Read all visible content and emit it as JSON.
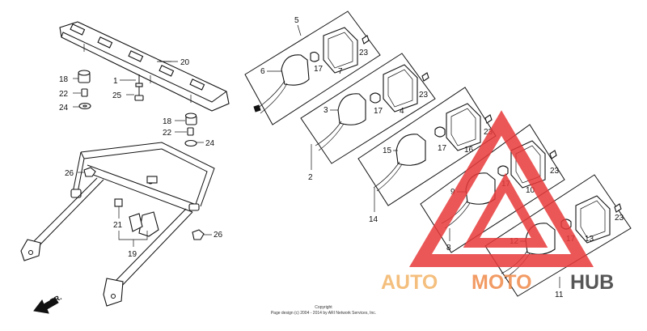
{
  "callouts": {
    "c1": "1",
    "c2": "2",
    "c3": "3",
    "c4": "4",
    "c5": "5",
    "c6": "6",
    "c7": "7",
    "c8": "8",
    "c9": "9",
    "c10": "10",
    "c11": "11",
    "c12": "12",
    "c13": "13",
    "c14": "14",
    "c15": "15",
    "c16": "16",
    "c17": "17",
    "c17b": "17",
    "c17c": "17",
    "c17d": "17",
    "c17e": "17",
    "c18": "18",
    "c18b": "18",
    "c19": "19",
    "c20": "20",
    "c21": "21",
    "c22": "22",
    "c22b": "22",
    "c23": "23",
    "c23b": "23",
    "c23c": "23",
    "c23d": "23",
    "c23e": "23",
    "c24": "24",
    "c24b": "24",
    "c25": "25",
    "c26": "26",
    "c26b": "26"
  },
  "direction_label": "FR.",
  "copyright": {
    "line1": "Copyright",
    "line2": "Page design (c) 2004 - 2014 by ARI Network Services, Inc."
  },
  "watermark": {
    "part1": "AUTO",
    "part2": "MOTO",
    "part3": "HUB",
    "color_light": "#f3b468",
    "color_mid": "#f08a4a",
    "color_dark": "#3a3a3a",
    "triangle_color": "#e83a3a"
  }
}
